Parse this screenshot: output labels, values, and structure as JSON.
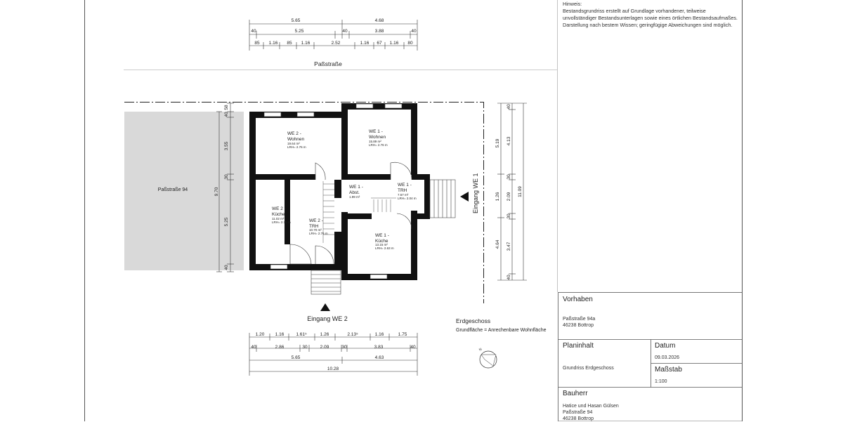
{
  "note": {
    "title": "Hinweis:",
    "lines": [
      "Bestandsgrundriss erstellt auf Grundlage vorhandener, teilweise",
      "unvollständiger Bestandsunterlagen sowie eines örtlichen Bestandsaufmaßes.",
      "Darstellung nach bestem Wissen; geringfügige Abweichungen sind möglich."
    ]
  },
  "top_dims": {
    "row1": [
      "5.65",
      "4.68"
    ],
    "row2": [
      "40",
      "5.25",
      "40",
      "3.88",
      "40"
    ],
    "row3": [
      "85",
      "1.16",
      "85",
      "1.16",
      "2.52",
      "1.16",
      "67",
      "1.16",
      "80"
    ]
  },
  "street": "Paßstraße",
  "neighbor": "Paßstraße 94",
  "rooms": {
    "we2_wohnen": {
      "l1": "WE 2 -",
      "l2": "Wohnen",
      "area": "19.64 m²",
      "h": "LRH= 2.76 m"
    },
    "we1_wohnen": {
      "l1": "WE 1 -",
      "l2": "Wohnen",
      "area": "15.89 m²",
      "h": "LRH= 2.76 m"
    },
    "we2_kueche": {
      "l1": "WE 2 -",
      "l2": "Küche",
      "area": "11.02 m²",
      "h": "LRH= 2.75 m"
    },
    "we2_trh": {
      "l1": "WE 2 -",
      "l2": "TRH",
      "area": "10.70 m²",
      "h": "LRH= 2.76 m"
    },
    "we1_abst": {
      "l1": "WE 1 -",
      "l2": "Abst.",
      "area": "1.99 m²"
    },
    "we1_trh": {
      "l1": "WE 1 -",
      "l2": "TRH",
      "area": "7.57 m²",
      "h": "LRH= 2.04 m"
    },
    "we1_kueche": {
      "l1": "WE 1 -",
      "l2": "Küche",
      "area": "13.15 m²",
      "h": "LRH= 2.63 m"
    }
  },
  "entrance_we1": "Eingang WE 1",
  "entrance_we2": "Eingang WE 2",
  "left_dims": [
    "58",
    "40",
    "3.55",
    "30",
    "9.70",
    "5.25",
    "40"
  ],
  "right_dims": {
    "col1": [
      "5.19",
      "1.26",
      "4.64"
    ],
    "col2": [
      "40",
      "4.13",
      "30",
      "2.09",
      "30",
      "3.47",
      "40"
    ],
    "col3": [
      "11.09"
    ]
  },
  "bottom_dims": {
    "row1": [
      "1.20",
      "1.16",
      "1.61⁵",
      "1.26",
      "2.13⁵",
      "1.16",
      "1.75"
    ],
    "row2": [
      "40",
      "2.86",
      "30",
      "2.09",
      "30",
      "3.83",
      "40"
    ],
    "row3": [
      "5.65",
      "4.63"
    ],
    "row4": [
      "10.28"
    ]
  },
  "floor_title": "Erdgeschoss",
  "floor_subtitle": "Grundfläche = Anrechenbare Wohnfläche",
  "title_block": {
    "vorhaben_label": "Vorhaben",
    "vorhaben_line1": "Paßstraße 94a",
    "vorhaben_line2": "46238 Bottrop",
    "planinhalt_label": "Planinhalt",
    "planinhalt_value": "Grundriss Erdgeschoss",
    "datum_label": "Datum",
    "datum_value": "09.03.2026",
    "massstab_label": "Maßstab",
    "massstab_value": "1:100",
    "bauherr_label": "Bauherr",
    "bauherr_line1": "Hatice und Hasan Gülsen",
    "bauherr_line2": "Paßstraße 94",
    "bauherr_line3": "46238 Bottrop"
  }
}
